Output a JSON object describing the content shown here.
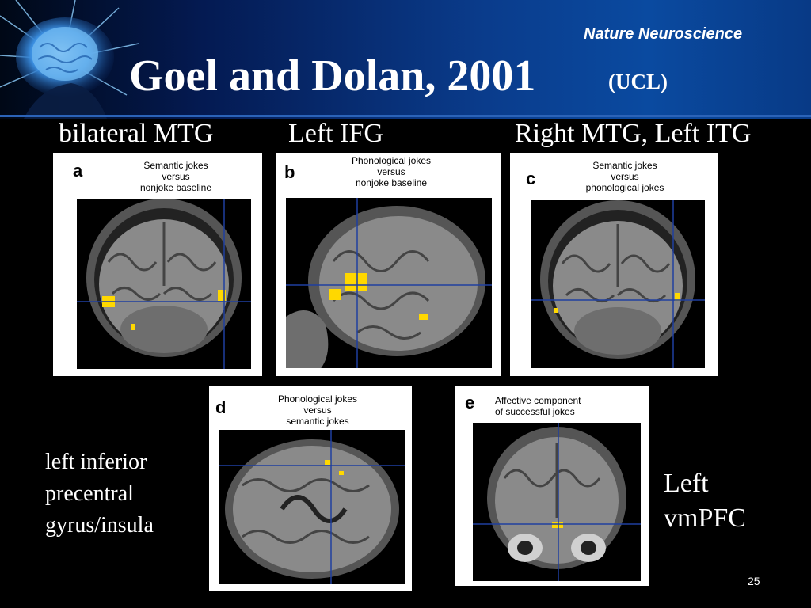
{
  "header": {
    "journal": "Nature Neuroscience",
    "title": "Goel and Dolan, 2001",
    "subtitle": "(UCL)"
  },
  "top_labels": {
    "a": "bilateral MTG",
    "b": "Left IFG",
    "c": "Right MTG, Left ITG"
  },
  "panels": {
    "a": {
      "letter": "a",
      "caption": [
        "Semantic jokes",
        "versus",
        "nonjoke baseline"
      ]
    },
    "b": {
      "letter": "b",
      "caption": [
        "Phonological jokes",
        "versus",
        "nonjoke baseline"
      ]
    },
    "c": {
      "letter": "c",
      "caption": [
        "Semantic jokes",
        "versus",
        "phonological jokes"
      ]
    },
    "d": {
      "letter": "d",
      "caption": [
        "Phonological jokes",
        "versus",
        "semantic jokes"
      ]
    },
    "e": {
      "letter": "e",
      "caption": [
        "Affective component",
        "of successful jokes"
      ]
    }
  },
  "side_labels": {
    "d": [
      "left inferior",
      "precentral",
      "gyrus/insula"
    ],
    "e": [
      "Left",
      "vmPFC"
    ]
  },
  "page_number": "25",
  "colors": {
    "activation": "#ffd800",
    "crosshair": "#1f3fa0",
    "banner": "#0a3c8c"
  }
}
